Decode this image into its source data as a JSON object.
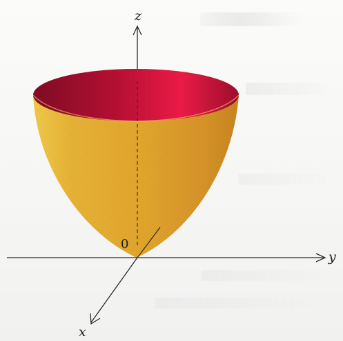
{
  "figure": {
    "axes": {
      "x_label": "x",
      "y_label": "y",
      "z_label": "z",
      "origin_label": "0"
    },
    "surface": {
      "shape": "paraboloid",
      "colors": {
        "inner": "#8e0f2c",
        "rim": "#d1123a",
        "outer_light": "#f2c43e",
        "outer_mid": "#e5a52a",
        "outer_dark": "#c98a22"
      }
    }
  }
}
